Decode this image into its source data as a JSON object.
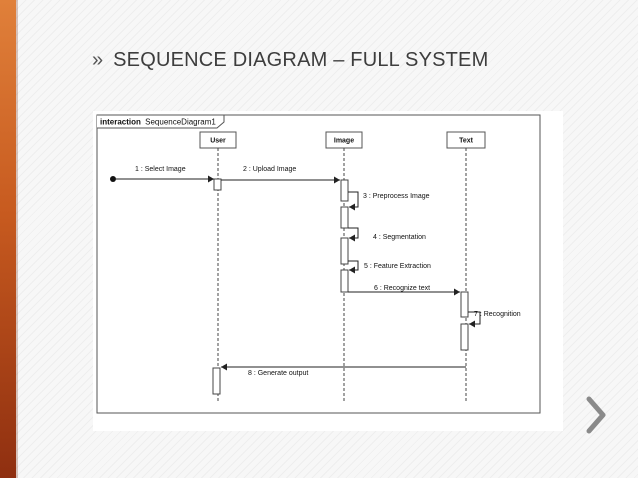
{
  "slide": {
    "title_marker": "»",
    "title": "SEQUENCE DIAGRAM – FULL SYSTEM"
  },
  "diagram": {
    "frame_keyword": "interaction",
    "frame_name": "SequenceDiagram1",
    "lifelines": [
      {
        "label": "User"
      },
      {
        "label": "Image"
      },
      {
        "label": "Text"
      }
    ],
    "messages": [
      {
        "label": "1 : Select Image"
      },
      {
        "label": "2 : Upload Image"
      },
      {
        "label": "3 : Preprocess Image"
      },
      {
        "label": "4 : Segmentation"
      },
      {
        "label": "5 : Feature Extraction"
      },
      {
        "label": "6 : Recognize text"
      },
      {
        "label": "7 : Recognition"
      },
      {
        "label": "8 : Generate output"
      }
    ]
  },
  "navigation": {
    "next_icon": "chevron-right-icon"
  },
  "colors": {
    "accent_band": "#c75a1f",
    "chevron": "#8a8a8a"
  }
}
